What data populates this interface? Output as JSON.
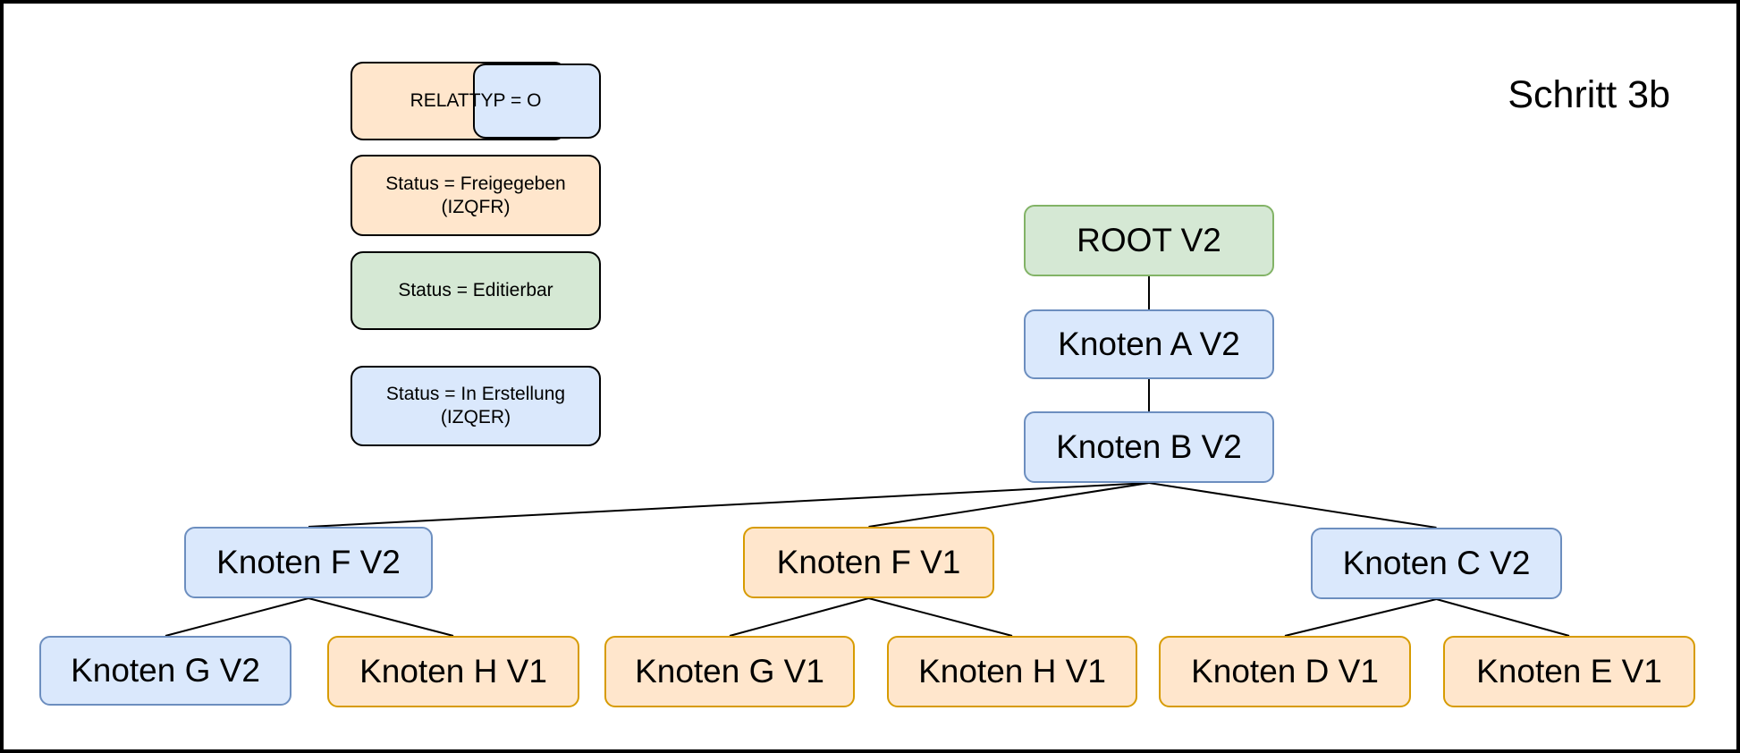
{
  "title": "Schritt 3b",
  "colors": {
    "background": "#ffffff",
    "frame": "#000000",
    "edge": "#000000",
    "text": "#000000",
    "orange_fill": "#ffe6cc",
    "orange_stroke": "#d79b00",
    "blue_fill": "#dae8fc",
    "blue_stroke": "#6c8ebf",
    "green_fill": "#d5e8d4",
    "green_stroke": "#82b366"
  },
  "legend": {
    "relattyp": {
      "label": "RELATTYP = O",
      "styles": [
        "orange",
        "blue"
      ]
    },
    "items": [
      {
        "line1": "Status = Freigegeben",
        "line2": "(IZQFR)",
        "style": "orange"
      },
      {
        "line1": "Status = Editierbar",
        "line2": "",
        "style": "green"
      },
      {
        "line1": "Status = In Erstellung",
        "line2": "(IZQER)",
        "style": "blue"
      }
    ]
  },
  "tree": {
    "nodes": [
      {
        "id": "root-v2",
        "label": "ROOT V2",
        "style": "green"
      },
      {
        "id": "knoten-a-v2",
        "label": "Knoten A V2",
        "style": "blue"
      },
      {
        "id": "knoten-b-v2",
        "label": "Knoten B V2",
        "style": "blue"
      },
      {
        "id": "knoten-f-v2",
        "label": "Knoten F V2",
        "style": "blue"
      },
      {
        "id": "knoten-f-v1",
        "label": "Knoten F V1",
        "style": "orange"
      },
      {
        "id": "knoten-c-v2",
        "label": "Knoten C V2",
        "style": "blue"
      },
      {
        "id": "knoten-g-v2",
        "label": "Knoten G V2",
        "style": "blue"
      },
      {
        "id": "knoten-h-v1-left",
        "label": "Knoten H V1",
        "style": "orange"
      },
      {
        "id": "knoten-g-v1",
        "label": "Knoten G V1",
        "style": "orange"
      },
      {
        "id": "knoten-h-v1-mid",
        "label": "Knoten H V1",
        "style": "orange"
      },
      {
        "id": "knoten-d-v1",
        "label": "Knoten D V1",
        "style": "orange"
      },
      {
        "id": "knoten-e-v1",
        "label": "Knoten E V1",
        "style": "orange"
      }
    ],
    "edges": [
      [
        "root-v2",
        "knoten-a-v2"
      ],
      [
        "knoten-a-v2",
        "knoten-b-v2"
      ],
      [
        "knoten-b-v2",
        "knoten-f-v2"
      ],
      [
        "knoten-b-v2",
        "knoten-f-v1"
      ],
      [
        "knoten-b-v2",
        "knoten-c-v2"
      ],
      [
        "knoten-f-v2",
        "knoten-g-v2"
      ],
      [
        "knoten-f-v2",
        "knoten-h-v1-left"
      ],
      [
        "knoten-f-v1",
        "knoten-g-v1"
      ],
      [
        "knoten-f-v1",
        "knoten-h-v1-mid"
      ],
      [
        "knoten-c-v2",
        "knoten-d-v1"
      ],
      [
        "knoten-c-v2",
        "knoten-e-v1"
      ]
    ]
  }
}
